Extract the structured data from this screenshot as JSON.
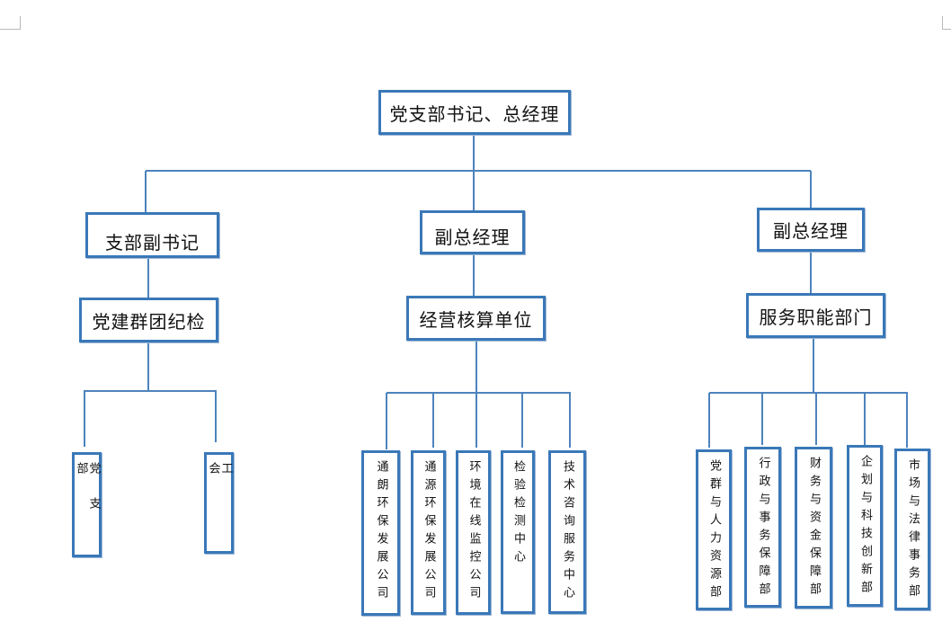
{
  "root": "党支部书记、总经理",
  "branches": [
    {
      "head": "支部副书记",
      "group": "党建群团纪检",
      "units": [
        "党支部",
        "工会"
      ]
    },
    {
      "head": "副总经理",
      "group": "经营核算单位",
      "units": [
        "通朗环保发展公司",
        "通源环保发展公司",
        "环境在线监控公司",
        "检验检测中心",
        "技术咨询服务中心"
      ]
    },
    {
      "head": "副总经理",
      "group": "服务职能部门",
      "units": [
        "党群与人力资源部",
        "行政与事务保障部",
        "财务与资金保障部",
        "企划与科技创新部",
        "市场与法律事务部"
      ]
    }
  ],
  "colors": {
    "border": "#3a78b8",
    "line": "#4d83bd"
  }
}
